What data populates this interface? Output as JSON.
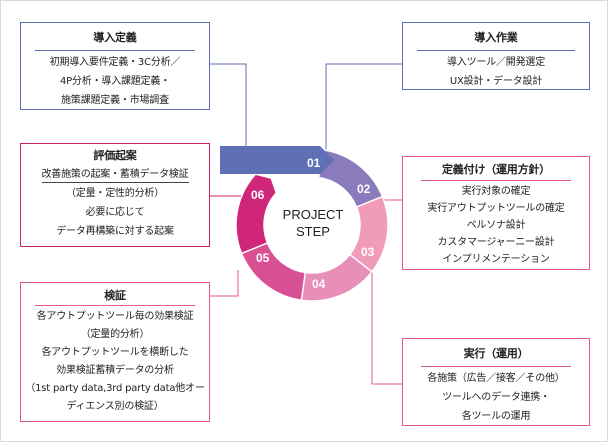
{
  "center": {
    "line1": "PROJECT",
    "line2": "STEP"
  },
  "steps": [
    {
      "num": "01",
      "color": "#5f6fb6"
    },
    {
      "num": "02",
      "color": "#8a7bbd"
    },
    {
      "num": "03",
      "color": "#f09bb7"
    },
    {
      "num": "04",
      "color": "#e88fb9"
    },
    {
      "num": "05",
      "color": "#d94f93"
    },
    {
      "num": "06",
      "color": "#d0267a"
    }
  ],
  "boxes": {
    "intro_def": {
      "title": "導入定義",
      "lines": [
        "初期導入要件定義・3C分析／",
        "4P分析・導入課題定義・",
        "施策課題定義・市場調査"
      ]
    },
    "intro_work": {
      "title": "導入作業",
      "lines": [
        "導入ツール／開発選定",
        "UX設計・データ設計"
      ]
    },
    "definition": {
      "title": "定義付け（運用方針）",
      "lines": [
        "実行対象の確定",
        "実行アウトプットツールの確定",
        "ペルソナ設計",
        "カスタマージャーニー設計",
        "インプリメンテーション"
      ]
    },
    "execution": {
      "title": "実行（運用）",
      "lines": [
        "各施策（広告／接客／その他）",
        "ツールへのデータ連携・",
        "各ツールの運用"
      ]
    },
    "verification": {
      "title": "検証",
      "lines": [
        "各アウトプットツール毎の効果検証",
        "（定量的分析）",
        "各アウトプットツールを横断した",
        "効果検証蓄積データの分析",
        "（1st party data,3rd party data他オー",
        "ディエンス別の検証）"
      ]
    },
    "evaluation": {
      "title": "評価起案",
      "lines": [
        "改善施策の起案・蓄積データ検証",
        "（定量・定性的分析）",
        "必要に応じて",
        "データ再構築に対する起案"
      ]
    }
  }
}
